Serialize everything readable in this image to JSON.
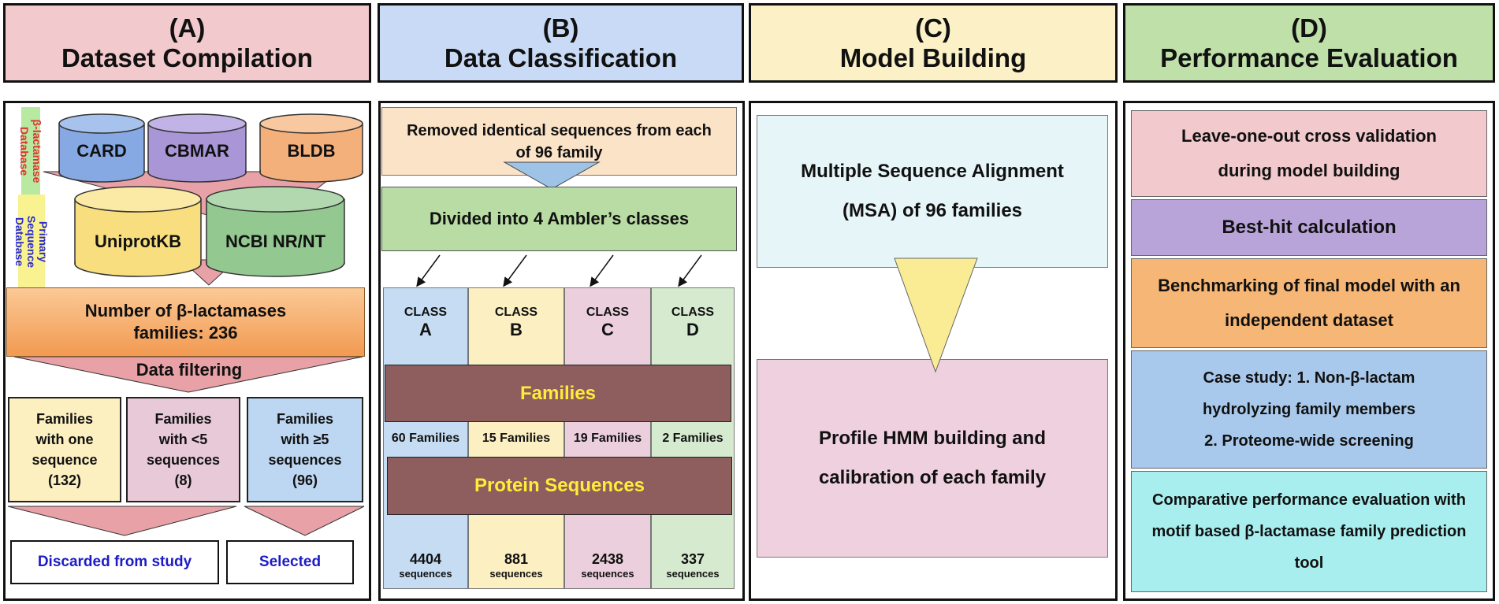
{
  "headers": [
    {
      "letter": "(A)",
      "title": "Dataset Compilation",
      "color": "#f2c9cc"
    },
    {
      "letter": "(B)",
      "title": "Data Classification",
      "color": "#c8daf5"
    },
    {
      "letter": "(C)",
      "title": "Model Building",
      "color": "#fcf1c6"
    },
    {
      "letter": "(D)",
      "title": "Performance Evaluation",
      "color": "#bfe0a9"
    }
  ],
  "panel_a": {
    "db_group1_label": "β-lactamase Database",
    "db_group2_label": "Primary Sequence Database",
    "databases": [
      "CARD",
      "CBMAR",
      "BLDB",
      "UniprotKB",
      "NCBI NR/NT"
    ],
    "families_count": "Number of β-lactamases families: 236",
    "filtering": "Data filtering",
    "groups": [
      "Families with one sequence (132)",
      "Families with <5 sequences (8)",
      "Families with ≥5 sequences (96)"
    ],
    "discarded": "Discarded from study",
    "selected": "Selected"
  },
  "panel_b": {
    "removed": "Removed identical sequences from each of 96  family",
    "divided": "Divided into 4 Ambler’s classes",
    "class_word": "CLASS",
    "classes": [
      "A",
      "B",
      "C",
      "D"
    ],
    "families_label": "Families",
    "family_counts": [
      "60 Families",
      "15 Families",
      "19 Families",
      "2  Families"
    ],
    "protein_label": "Protein Sequences",
    "seq_counts": [
      "4404",
      "881",
      "2438",
      "337"
    ],
    "seq_unit": "sequences"
  },
  "panel_c": {
    "msa": "Multiple Sequence Alignment (MSA) of 96 families",
    "hmm": "Profile HMM building and calibration of each family"
  },
  "panel_d": {
    "steps": [
      "Leave-one-out cross validation during model building",
      "Best-hit calculation",
      "Benchmarking of final model with an independent dataset",
      "Case study: 1. Non-β-lactam hydrolyzing family members",
      "2. Proteome-wide screening",
      "Comparative performance evaluation with motif based β-lactamase family prediction tool"
    ]
  },
  "colors": {
    "pink": "#f2c9cc",
    "blue": "#c8daf5",
    "yellow": "#fcf1c6",
    "green": "#bfe0a9",
    "maroon": "#8e5d5d",
    "orange": "#f6b675",
    "purple": "#b8a4d8",
    "teal": "#a8eeee"
  }
}
